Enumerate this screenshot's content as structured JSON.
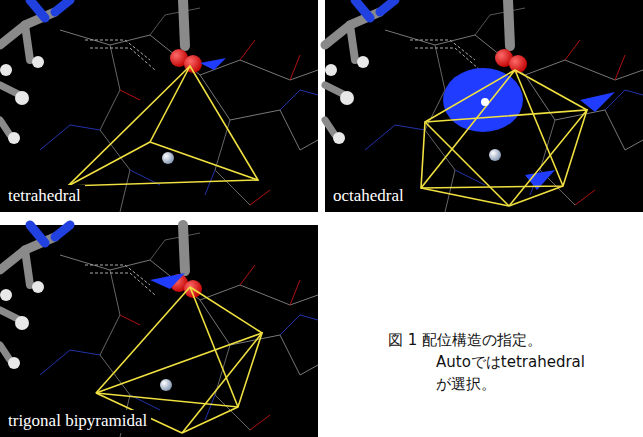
{
  "diagram": {
    "caption": "図 1 配位構造の指定。 Autoではtetrahedral が選択。",
    "nodes": [
      {
        "text": [
          "tetrahedral"
        ]
      },
      {
        "text": [
          "octahedral"
        ]
      },
      {
        "text": [
          "trigonal bipyramidal"
        ]
      }
    ]
  }
}
